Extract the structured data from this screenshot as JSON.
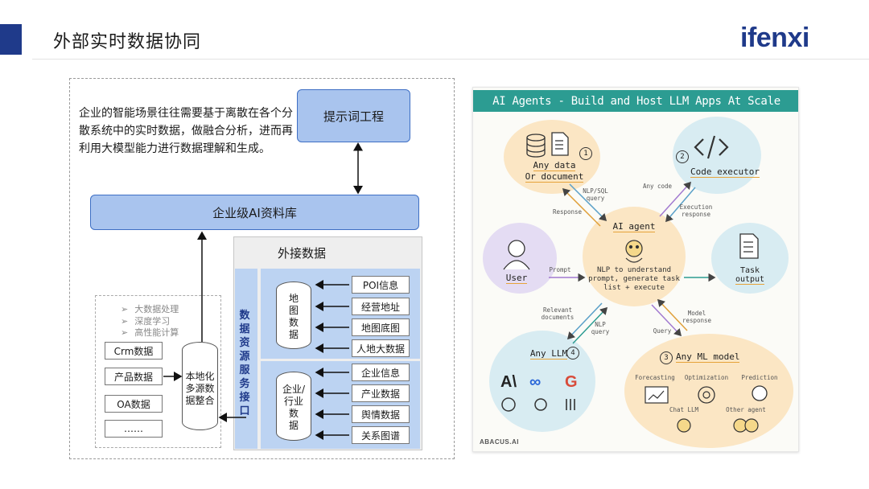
{
  "header": {
    "title": "外部实时数据协同",
    "logo_text": "ifenxi",
    "accent_color": "#1f3a8a"
  },
  "left_diagram": {
    "intro_text": "企业的智能场景往往需要基于离散在各个分散系统中的实时数据，做融合分析，进而再利用大模型能力进行数据理解和生成。",
    "prompt_engineering": "提示词工程",
    "knowledge_base": "企业级AI资料库",
    "external_data": {
      "title": "外接数据",
      "service_interface": "数据资源服务接口",
      "map_db": {
        "label_lines": [
          "地",
          "图",
          "数",
          "据"
        ]
      },
      "enterprise_db": {
        "label_lines": [
          "企业/",
          "行业",
          "数",
          "据"
        ]
      },
      "map_sources": [
        "POI信息",
        "经营地址",
        "地图底图",
        "人地大数据"
      ],
      "enterprise_sources": [
        "企业信息",
        "产业数据",
        "舆情数据",
        "关系图谱"
      ]
    },
    "local_data": {
      "capabilities": [
        "大数据处理",
        "深度学习",
        "高性能计算"
      ],
      "sources": [
        "Crm数据",
        "产品数据",
        "OA数据",
        "……"
      ],
      "integration_db": {
        "label_lines": [
          "本地化",
          "多源数",
          "据整合"
        ]
      }
    }
  },
  "infographic": {
    "title": "AI Agents - Build and Host LLM Apps At Scale",
    "nodes": {
      "data": {
        "number": "1",
        "label_lines": [
          "Any data",
          "Or document"
        ]
      },
      "code": {
        "number": "2",
        "label": "Code executor"
      },
      "agent": {
        "label": "AI agent",
        "desc_lines": [
          "NLP to understand",
          "prompt, generate task",
          "list + execute"
        ]
      },
      "user": {
        "label": "User"
      },
      "task": {
        "label_lines": [
          "Task",
          "output"
        ]
      },
      "llm": {
        "number": "4",
        "label": "Any LLM"
      },
      "ml": {
        "number": "3",
        "label": "Any ML model",
        "items": [
          "Forecasting",
          "Optimization",
          "Prediction",
          "Chat LLM",
          "Other agent"
        ]
      }
    },
    "edges": {
      "nlp_sql": [
        "NLP/SQL",
        "query"
      ],
      "response": "Response",
      "any_code": "Any code",
      "exec_response": [
        "Execution",
        "response"
      ],
      "prompt": "Prompt",
      "relevant_docs": [
        "Relevant",
        "documents"
      ],
      "nlp_query": [
        "NLP",
        "query"
      ],
      "query": "Query",
      "model_response": [
        "Model",
        "response"
      ]
    },
    "brand": "ABACUS.AI",
    "colors": {
      "title_bar": "#2c9c92",
      "orange_blob": "#fbe6c4",
      "blue_blob": "#d8ecf2",
      "purple_blob": "#e4dcf3"
    }
  }
}
